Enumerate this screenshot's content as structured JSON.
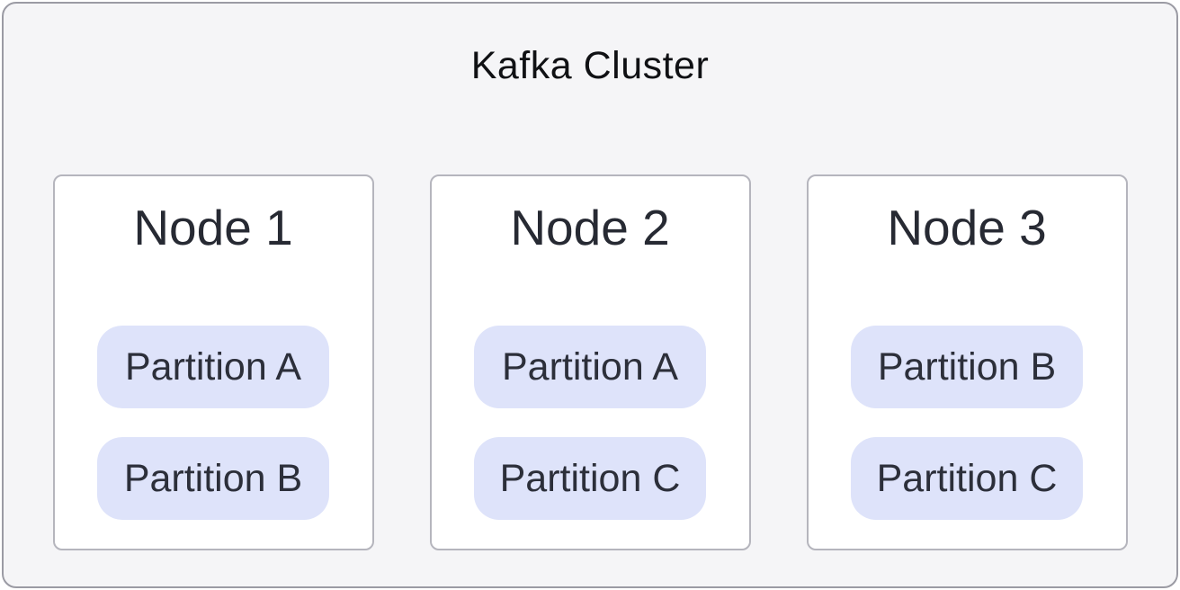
{
  "diagram": {
    "title": "Kafka Cluster",
    "nodes": [
      {
        "title": "Node 1",
        "partitions": [
          "Partition A",
          "Partition B"
        ]
      },
      {
        "title": "Node 2",
        "partitions": [
          "Partition A",
          "Partition C"
        ]
      },
      {
        "title": "Node 3",
        "partitions": [
          "Partition B",
          "Partition C"
        ]
      }
    ]
  },
  "colors": {
    "canvas-bg": "#ffffff",
    "cluster-bg": "#f5f5f7",
    "cluster-border": "#9b9ba4",
    "card-bg": "#ffffff",
    "card-border": "#b5b5bd",
    "partition-bg": "#dee3fa",
    "partition-text": "#2c2f3a",
    "node-title-text": "#272a33",
    "cluster-title-text": "#101114"
  }
}
